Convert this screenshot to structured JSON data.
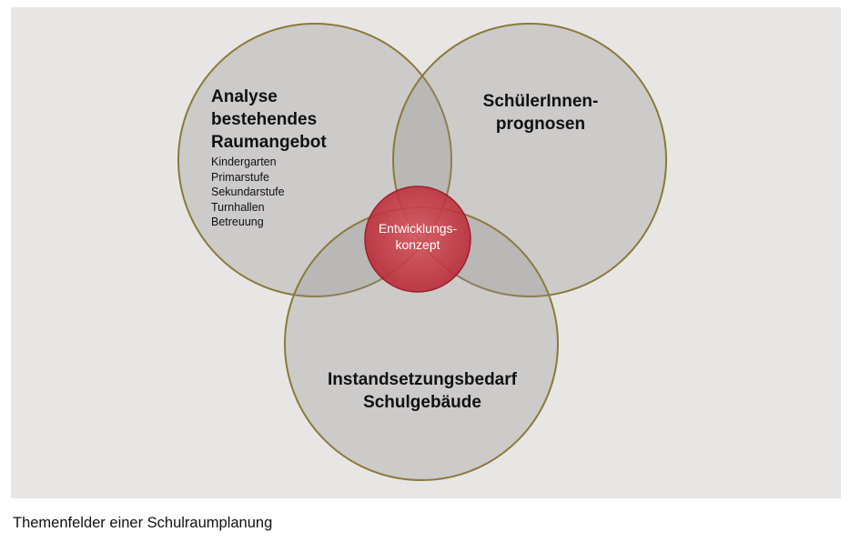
{
  "diagram": {
    "circles": {
      "analyse": {
        "title": "Analyse bestehendes Raumangebot",
        "title_lines": [
          "Analyse",
          "bestehendes",
          "Raumangebot"
        ],
        "items": [
          "Kindergarten",
          "Primarstufe",
          "Sekundarstufe",
          "Turnhallen",
          "Betreuung"
        ]
      },
      "prognosen": {
        "title_lines": [
          "SchülerInnen-",
          "prognosen"
        ]
      },
      "instandsetzung": {
        "title_lines": [
          "Instandsetzungsbedarf",
          "Schulgebäude"
        ]
      },
      "center": {
        "title_lines": [
          "Entwicklungs-",
          "konzept"
        ]
      }
    },
    "colors": {
      "background": "#e8e6e5",
      "circle_fill": "#8f8b8a",
      "circle_stroke": "#8a7a3a",
      "center_fill": "#c9343f",
      "center_stroke": "#9e1f2a"
    }
  },
  "caption": "Themenfelder einer Schulraumplanung"
}
